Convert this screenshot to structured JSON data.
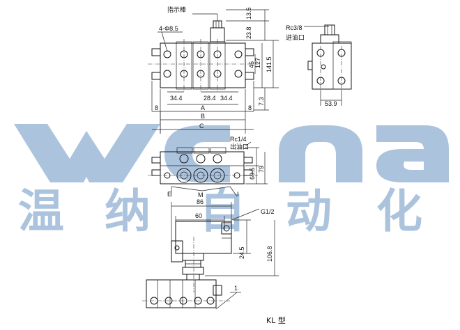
{
  "watermark": {
    "brand": "wcna",
    "company": [
      "温",
      "纳",
      "自",
      "动",
      "化"
    ],
    "color": "#9db9d8"
  },
  "callouts": {
    "indicator_rod": "指示棒",
    "holes": "4-Φ8.5",
    "inlet_thread_top": "Rc3/8",
    "inlet_top": "进油口",
    "outlet_thread": "Rc1/4",
    "outlet": "出油口",
    "gauge_thread": "G1/2",
    "label_e": "E",
    "label_i": "I",
    "label_m": "M",
    "model": "KL 型"
  },
  "dimensions": {
    "d13_5": "13.5",
    "d23_8": "23.8",
    "d127": "127",
    "d141_5": "141.5",
    "d46": "46",
    "d7_3": "7.3",
    "d34_4a": "34.4",
    "d28_4": "28.4",
    "d34_4b": "34.4",
    "dA": "A",
    "d8l": "8",
    "d8r": "8",
    "dB": "B",
    "dC": "C",
    "d53_9": "53.9",
    "d69_5": "69.5",
    "d79": "79",
    "d86": "86",
    "d60": "60",
    "d24_5": "24.5",
    "d106_8": "106.8",
    "d1": "1"
  }
}
